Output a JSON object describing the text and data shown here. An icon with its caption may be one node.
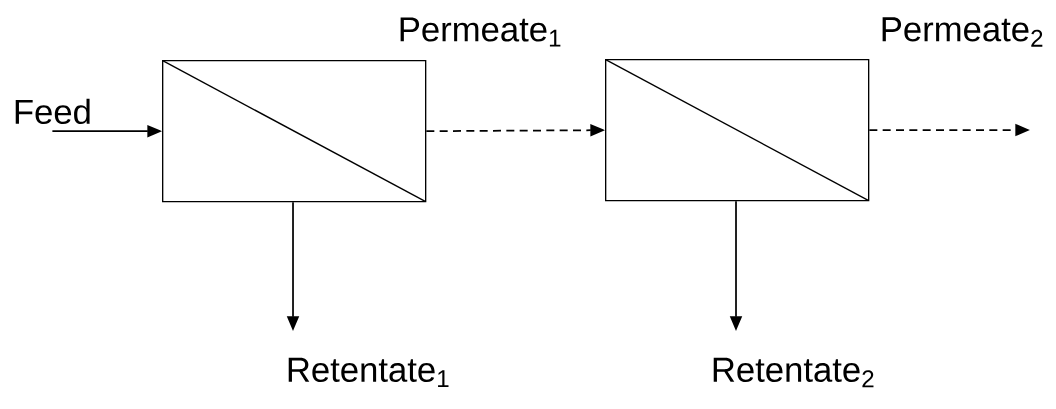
{
  "diagram": {
    "nodes": [
      {
        "text": [
          "Feed"
        ]
      },
      {
        "text": [],
        "shape": "box"
      },
      {
        "text": [],
        "shape": "box"
      },
      {
        "text": [
          "Retentate$_{1}$"
        ]
      },
      {
        "text": [
          "Retentate$_{2}$"
        ]
      }
    ],
    "edges": [
      {
        "from": 0,
        "to": 1,
        "arrow": "to"
      },
      {
        "from": 1,
        "to": 2,
        "arrow": "to",
        "style": "dashed",
        "label": "Permeate$_{1}$"
      },
      {
        "from": 2,
        "to": null,
        "arrow": "to",
        "style": "dashed",
        "label": "Permeate$_{2}$"
      },
      {
        "from": 1,
        "to": 3,
        "arrow": "to"
      },
      {
        "from": 2,
        "to": 4,
        "arrow": "to"
      }
    ]
  }
}
